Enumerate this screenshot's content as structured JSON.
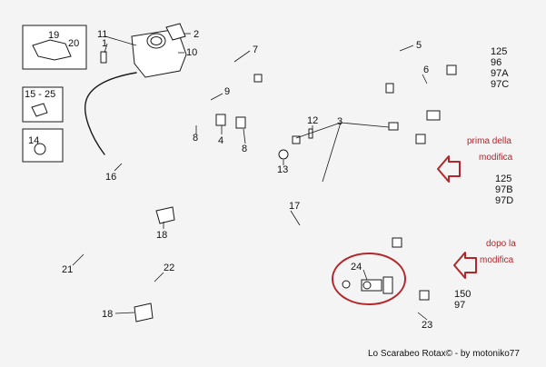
{
  "callouts": {
    "n1": "1",
    "n2": "2",
    "n3": "3",
    "n4": "4",
    "n5": "5",
    "n6": "6",
    "n7": "7",
    "n8a": "8",
    "n8b": "8",
    "n9": "9",
    "n10": "10",
    "n11": "11",
    "n12": "12",
    "n13": "13",
    "n14": "14",
    "n15_25": "15 - 25",
    "n16": "16",
    "n17": "17",
    "n18a": "18",
    "n18b": "18",
    "n19": "19",
    "n20": "20",
    "n21": "21",
    "n22": "22",
    "n23": "23",
    "n24": "24"
  },
  "model_groups": {
    "top": [
      "125",
      "96",
      "97A",
      "97C"
    ],
    "middle": [
      "125",
      "97B",
      "97D"
    ],
    "bottom": [
      "150",
      "97"
    ]
  },
  "annotations": {
    "before_line1": "prima della",
    "before_line2": "modifica",
    "after_line1": "dopo la",
    "after_line2": "modifica"
  },
  "credit": "Lo Scarabeo Rotax© - by motoniko77",
  "colors": {
    "annotation": "#b3262a",
    "line": "#1a1a1a",
    "background": "#f4f4f4"
  }
}
